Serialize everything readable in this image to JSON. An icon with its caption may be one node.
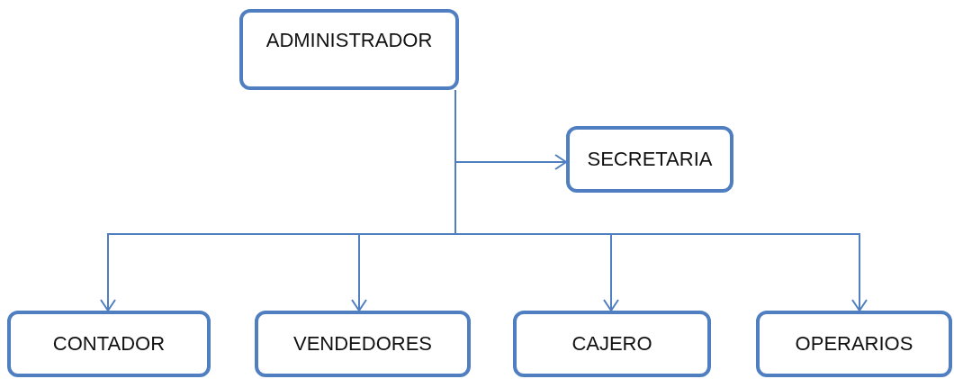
{
  "diagram": {
    "nodes": [
      {
        "text": [
          "ADMINISTRADOR"
        ]
      },
      {
        "text": [
          "SECRETARIA"
        ]
      },
      {
        "text": [
          "CONTADOR"
        ]
      },
      {
        "text": [
          "VENDEDORES"
        ]
      },
      {
        "text": [
          "CAJERO"
        ]
      },
      {
        "text": [
          "OPERARIOS"
        ]
      }
    ],
    "edges": [
      {
        "from": 0,
        "to": 1,
        "arrow": "to"
      },
      {
        "from": 0,
        "to": 2,
        "arrow": "to"
      },
      {
        "from": 0,
        "to": 3,
        "arrow": "to"
      },
      {
        "from": 0,
        "to": 4,
        "arrow": "to"
      },
      {
        "from": 0,
        "to": 5,
        "arrow": "to"
      }
    ]
  }
}
